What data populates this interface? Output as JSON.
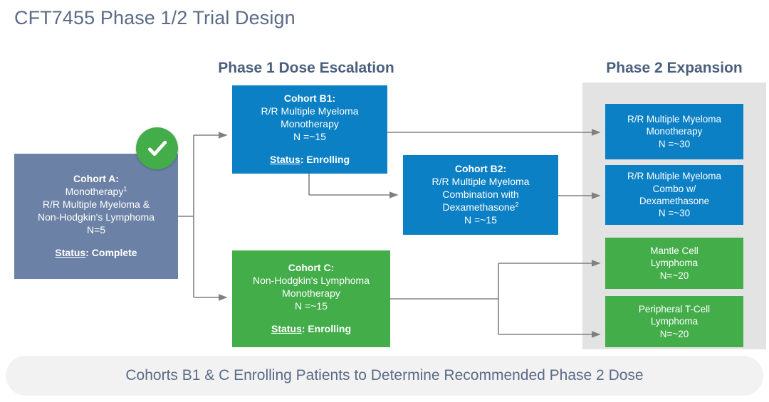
{
  "slide": {
    "title": "CFT7455 Phase 1/2 Trial Design"
  },
  "headers": {
    "phase1": "Phase 1 Dose Escalation",
    "phase2": "Phase 2 Expansion"
  },
  "colors": {
    "slate": "#6b82a6",
    "blue": "#0b80c4",
    "green": "#43ad4a",
    "panel_gray": "#e3e3e3",
    "title_text": "#5a6b86",
    "banner_bg": "#f2f2f2",
    "connector": "#808080"
  },
  "phase1": {
    "cohort_a": {
      "title": "Cohort A:",
      "lines": [
        "Monotherapy",
        "R/R Multiple Myeloma &",
        "Non-Hodgkin's Lymphoma",
        "N=5"
      ],
      "superscript": "1",
      "status_label": "Status",
      "status_value": "Complete",
      "status_text": "Status: Complete",
      "badge": "complete-check"
    },
    "cohort_b1": {
      "title": "Cohort B1:",
      "lines": [
        "R/R Multiple Myeloma",
        "Monotherapy",
        "N =~15"
      ],
      "status_label": "Status",
      "status_value": "Enrolling",
      "status_text": "Status: Enrolling"
    },
    "cohort_b2": {
      "title": "Cohort B2:",
      "lines": [
        "R/R Multiple Myeloma",
        "Combination with",
        "Dexamethasone",
        "N =~15"
      ],
      "superscript": "2"
    },
    "cohort_c": {
      "title": "Cohort C:",
      "lines": [
        "Non-Hodgkin's Lymphoma",
        "Monotherapy",
        "N =~15"
      ],
      "status_label": "Status",
      "status_value": "Enrolling",
      "status_text": "Status: Enrolling"
    }
  },
  "phase2": {
    "mm_mono": {
      "lines": [
        "R/R Multiple Myeloma",
        "Monotherapy",
        "N =~30"
      ]
    },
    "mm_combo": {
      "lines": [
        "R/R Multiple Myeloma",
        "Combo w/",
        "Dexamethasone",
        "N =~30"
      ]
    },
    "mcl": {
      "lines": [
        "Mantle Cell",
        "Lymphoma",
        "N=~20"
      ]
    },
    "ptcl": {
      "lines": [
        "Peripheral T-Cell",
        "Lymphoma",
        "N=~20"
      ]
    }
  },
  "footer": {
    "text": "Cohorts B1 & C Enrolling Patients to Determine Recommended Phase 2 Dose"
  }
}
